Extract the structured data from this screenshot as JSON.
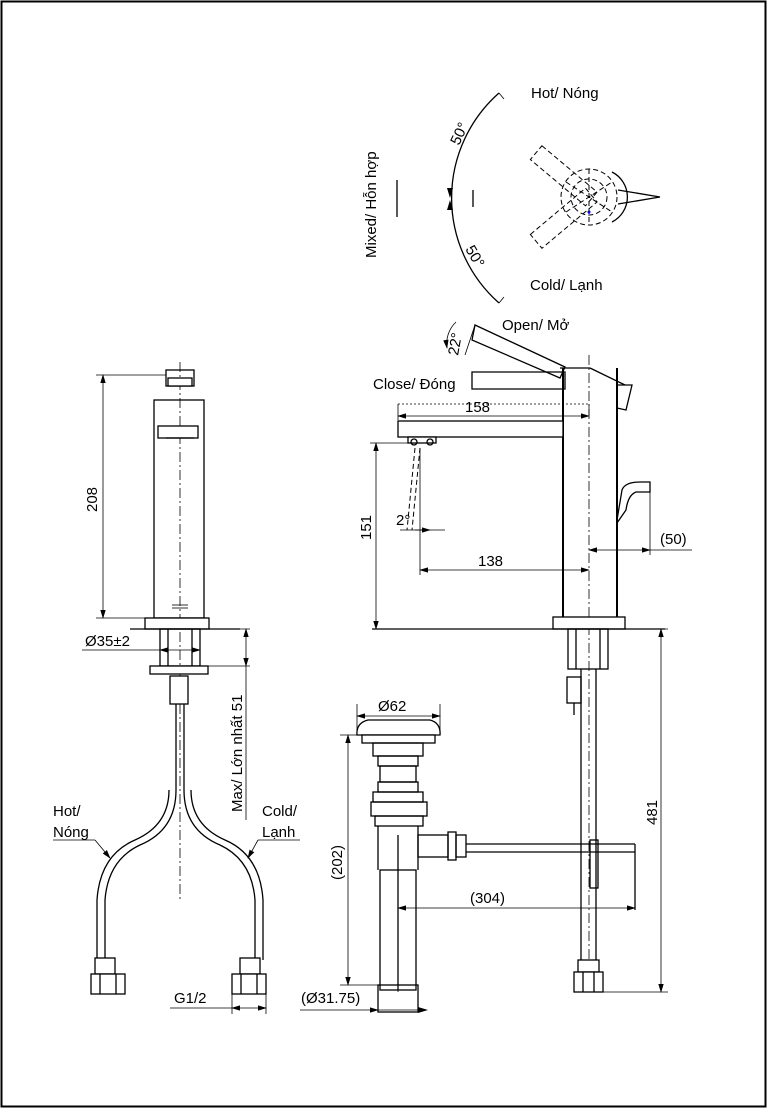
{
  "labels": {
    "hot_nong": "Hot/ Nóng",
    "cold_lanh": "Cold/ Lạnh",
    "mixed": "Mixed/ Hỗn hợp",
    "open": "Open/ Mở",
    "close": "Close/ Đóng",
    "hot_short": "Hot/",
    "nong_short": "Nóng",
    "cold_short": "Cold/",
    "lanh_short": "Lạnh",
    "max_length": "Max/ Lớn nhất 51",
    "g_thread": "G1/2"
  },
  "dimensions": {
    "angle_hot": "50°",
    "angle_cold": "50°",
    "angle_open": "22°",
    "angle_spout": "2°",
    "d158": "158",
    "d151": "151",
    "d138": "138",
    "d50": "(50)",
    "d208": "208",
    "d35": "Ø35±2",
    "d62": "Ø62",
    "d202": "(202)",
    "d304": "(304)",
    "d481": "481",
    "d3175": "(Ø31.75)"
  }
}
